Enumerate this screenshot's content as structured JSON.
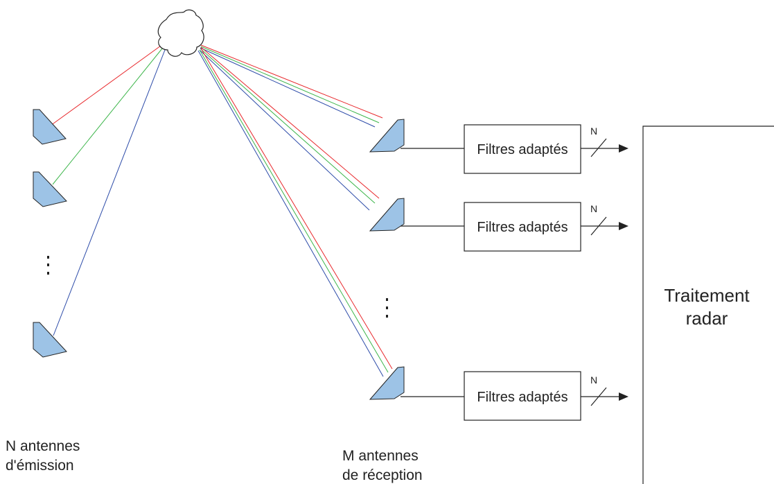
{
  "colors": {
    "ray_red": "#e8262a",
    "ray_green": "#3cb54a",
    "ray_blue": "#2b4aa8",
    "antenna_fill": "#9dc3e6",
    "stroke": "#222222"
  },
  "tx_group": {
    "caption_line1": "N antennes",
    "caption_line2": "d'émission",
    "count_label": "N"
  },
  "rx_group": {
    "caption_line1": "M antennes",
    "caption_line2": "de réception"
  },
  "filters": [
    {
      "label": "Filtres adaptés",
      "bus_label": "N"
    },
    {
      "label": "Filtres adaptés",
      "bus_label": "N"
    },
    {
      "label": "Filtres adaptés",
      "bus_label": "N"
    }
  ],
  "processing": {
    "line1": "Traitement",
    "line2": "radar"
  },
  "target": {
    "icon": "cloud-target-icon"
  }
}
